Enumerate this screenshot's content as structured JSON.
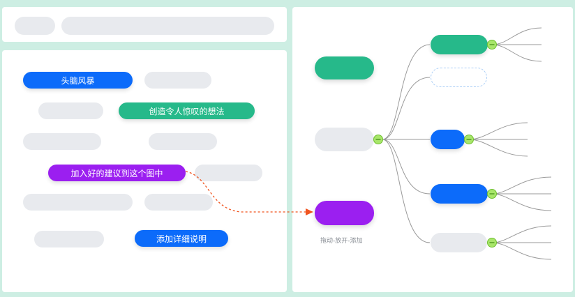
{
  "colors": {
    "background": "#cdeee3",
    "blue": "#0c6bfa",
    "green": "#26b98a",
    "purple": "#9b1ff0",
    "placeholder": "#e8eaee",
    "connector": "#7bd13f",
    "arrow": "#f0541f"
  },
  "ideas": [
    {
      "label": "头脑风暴",
      "color": "blue"
    },
    {
      "label": "创造令人惊叹的想法",
      "color": "green"
    },
    {
      "label": "加入好的建议到这个图中",
      "color": "purple"
    },
    {
      "label": "添加详细说明",
      "color": "blue"
    }
  ],
  "map": {
    "drop_hint": "拖动-放开-添加",
    "icons": [
      "collapse-toggle-icon"
    ]
  }
}
